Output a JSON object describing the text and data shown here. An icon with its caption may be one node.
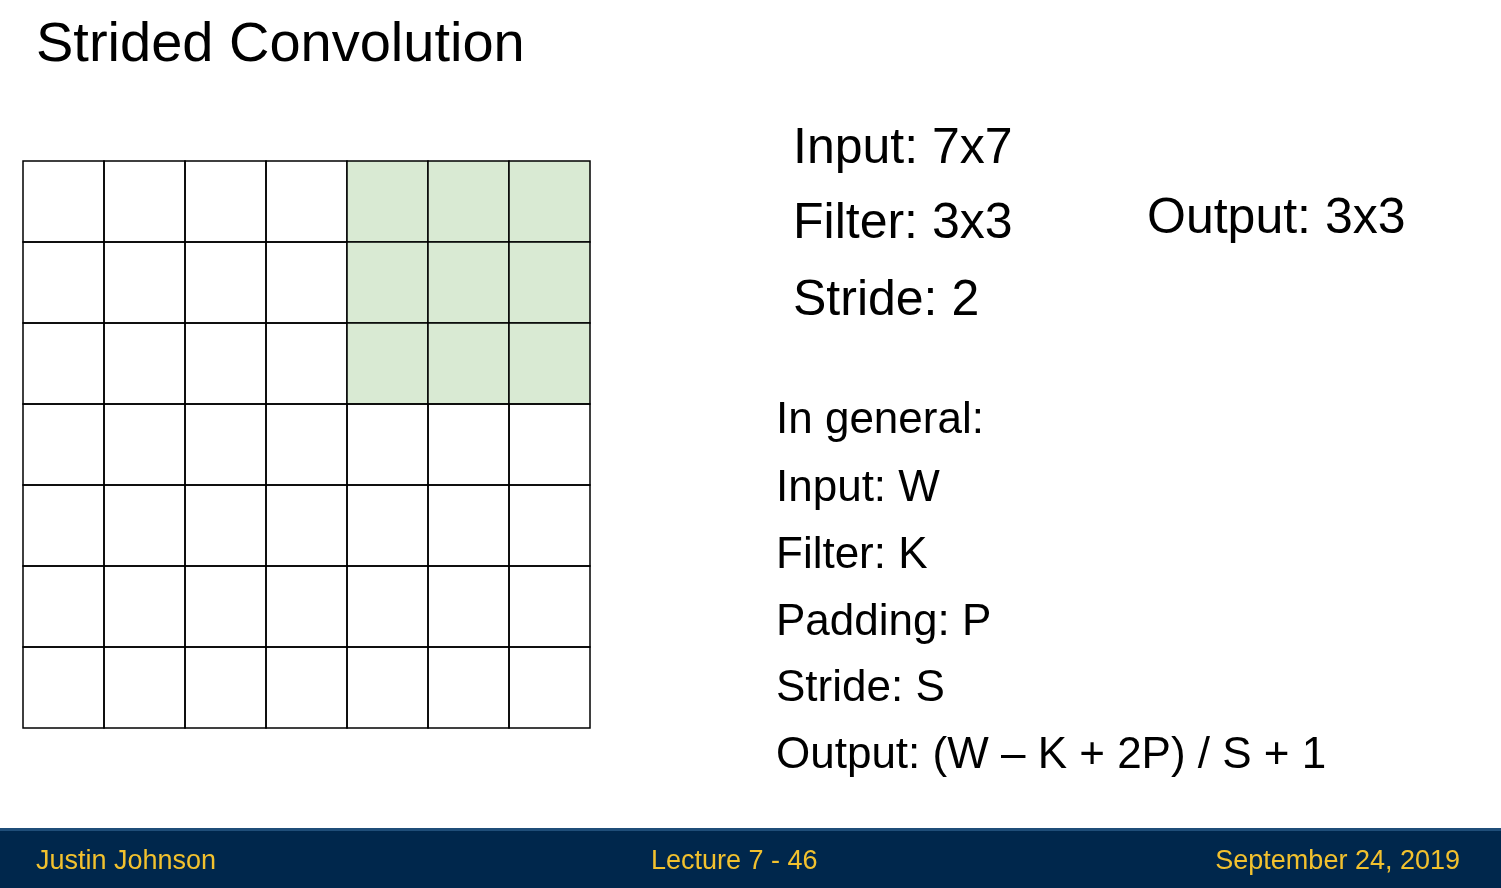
{
  "diagram": {
    "title": "Strided Convolution",
    "labels": [
      "Input: 7x7",
      "Filter: 3x3",
      "Output: 3x3",
      "Stride: 2",
      "In general:",
      "Input: W",
      "Filter: K",
      "Padding: P",
      "Stride: S",
      "Output: (W – K + 2P) / S + 1",
      "Justin Johnson",
      "Lecture 7 - 46",
      "September 24, 2019"
    ]
  }
}
